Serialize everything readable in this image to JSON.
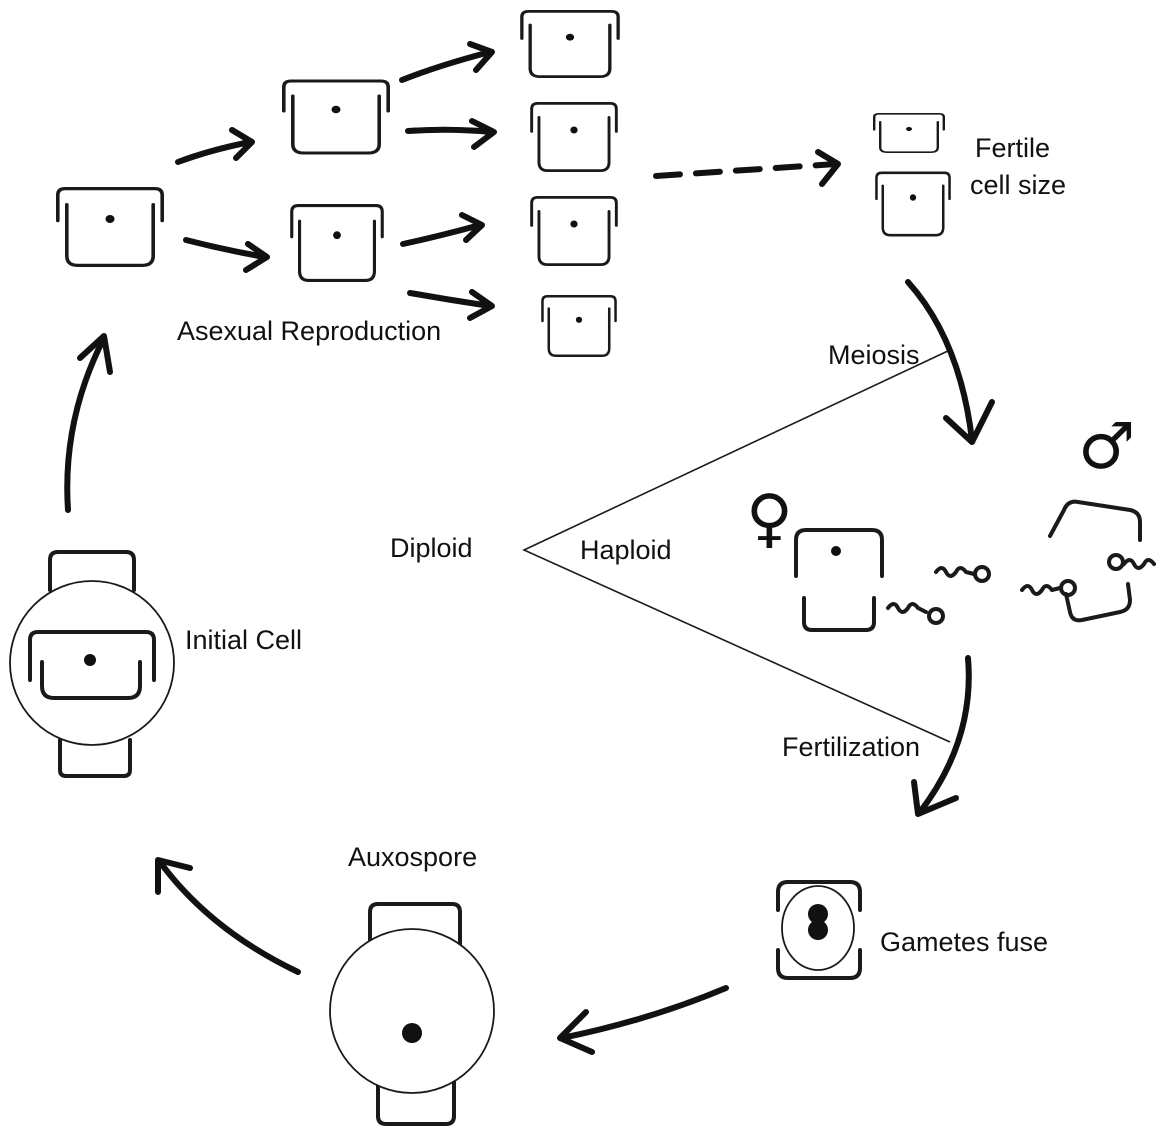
{
  "labels": {
    "asexual_reproduction": "Asexual Reproduction",
    "fertile_line1": "Fertile",
    "fertile_line2": "cell size",
    "meiosis": "Meiosis",
    "diploid": "Diploid",
    "haploid": "Haploid",
    "initial_cell": "Initial Cell",
    "fertilization": "Fertilization",
    "auxospore": "Auxospore",
    "gametes_fuse": "Gametes fuse",
    "female_symbol": "♀",
    "male_symbol": "♂"
  }
}
